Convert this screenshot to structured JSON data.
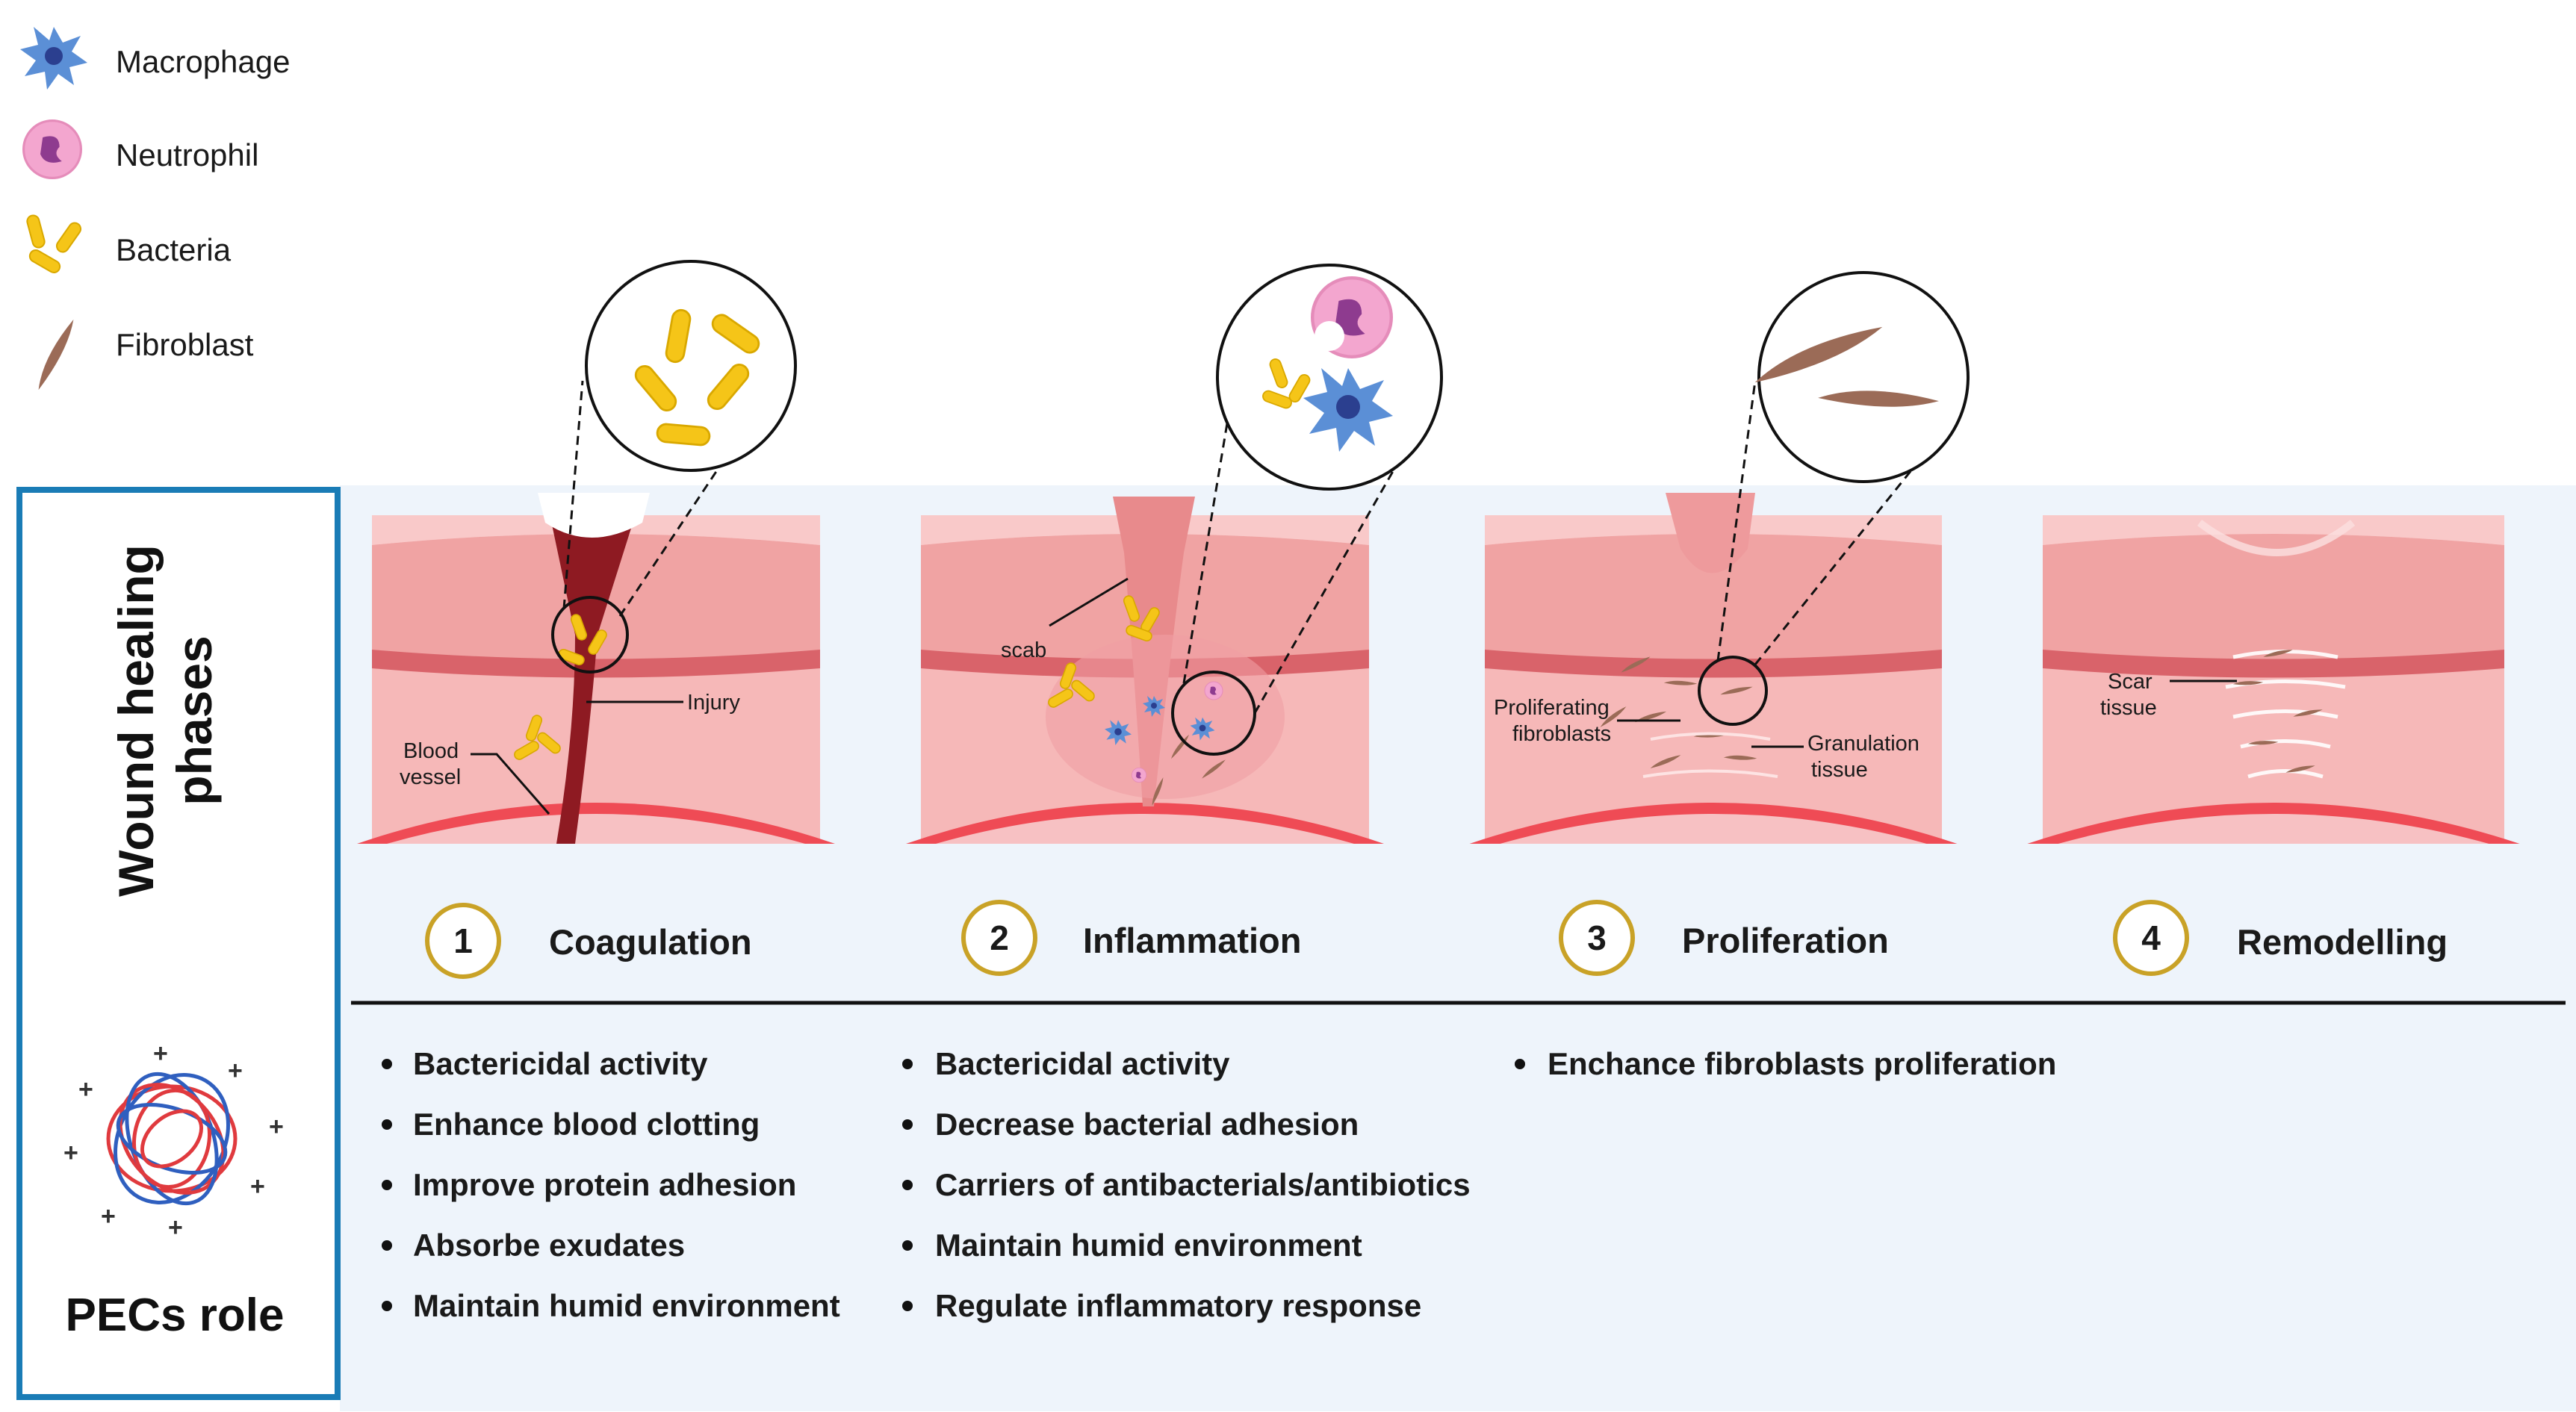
{
  "legend": [
    {
      "icon": "macrophage-icon",
      "label": "Macrophage"
    },
    {
      "icon": "neutrophil-icon",
      "label": "Neutrophil"
    },
    {
      "icon": "bacteria-icon",
      "label": "Bacteria"
    },
    {
      "icon": "fibroblast-icon",
      "label": "Fibroblast"
    }
  ],
  "side": {
    "title_line1": "Wound healing",
    "title_line2": "phases",
    "pecs_label": "PECs role"
  },
  "phases": [
    {
      "number": "1",
      "name": "Coagulation"
    },
    {
      "number": "2",
      "name": "Inflammation"
    },
    {
      "number": "3",
      "name": "Proliferation"
    },
    {
      "number": "4",
      "name": "Remodelling"
    }
  ],
  "labels": {
    "injury": "Injury",
    "blood_line1": "Blood",
    "blood_line2": "vessel",
    "scab": "scab",
    "prolif_line1": "Proliferating",
    "prolif_line2": "fibroblasts",
    "gran_line1": "Granulation",
    "gran_line2": "tissue",
    "scar_line1": "Scar",
    "scar_line2": "tissue"
  },
  "roles": {
    "coagulation": [
      "Bactericidal activity",
      "Enhance blood clotting",
      "Improve protein adhesion",
      "Absorbe exudates",
      "Maintain humid environment"
    ],
    "inflammation": [
      "Bactericidal activity",
      "Decrease bacterial adhesion",
      "Carriers of antibacterials/antibiotics",
      "Maintain humid environment",
      "Regulate inflammatory response"
    ],
    "proliferation": [
      "Enchance fibroblasts proliferation"
    ]
  },
  "colors": {
    "frame_blue": "#1a7cb6",
    "panel_bg": "#eef4fb",
    "skin_pink": "#f4a9a9",
    "dermis_pink": "#f6b8b8",
    "epidermis_dark": "#e07f80",
    "vessel_red": "#ef4b55",
    "wound_dark": "#8e1a22",
    "bacteria_yellow": "#f5c518",
    "macrophage_blue": "#5b8fd6",
    "neutrophil_pink": "#f3a6cf",
    "fibroblast_brown": "#9b6b57",
    "badge_gold": "#c9a227"
  }
}
